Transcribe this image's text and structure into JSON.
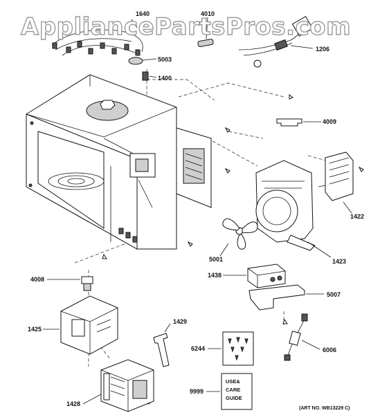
{
  "watermark": "AppliancePartsPros.com",
  "art_number": "(ART NO. WB13229 C)",
  "manual_label_lines": [
    "USE&",
    "CARE",
    "GUIDE"
  ],
  "callouts": {
    "c1640": "1640",
    "c4010": "4010",
    "c1206": "1206",
    "c5003": "5003",
    "c1400": "1400",
    "c4009": "4009",
    "c1422": "1422",
    "c5001": "5001",
    "c1423": "1423",
    "c1438": "1438",
    "c5007": "5007",
    "c4008": "4008",
    "c1425": "1425",
    "c1429": "1429",
    "c6244": "6244",
    "c6006": "6006",
    "c9999": "9999",
    "c1428": "1428"
  }
}
